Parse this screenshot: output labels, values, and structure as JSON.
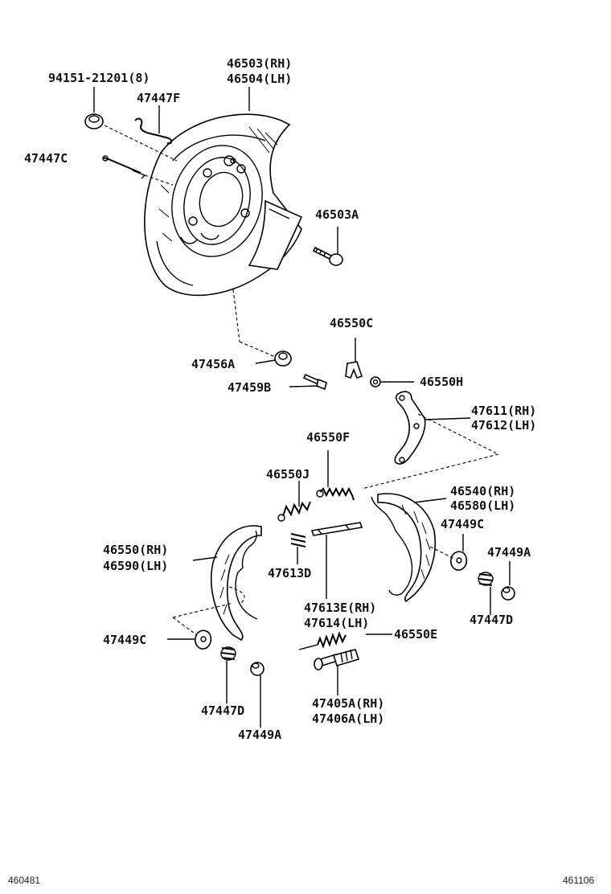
{
  "labels": {
    "p94151": "94151-21201(8)",
    "p47447F": "47447F",
    "p47447C": "47447C",
    "p46503RH": "46503(RH)",
    "p46504LH": "46504(LH)",
    "p46503A": "46503A",
    "p46550C": "46550C",
    "p47456A": "47456A",
    "p47459B": "47459B",
    "p46550H": "46550H",
    "p47611RH": "47611(RH)",
    "p47612LH": "47612(LH)",
    "p46550F": "46550F",
    "p46550J": "46550J",
    "p46540RH": "46540(RH)",
    "p46580LH": "46580(LH)",
    "p47449C_r": "47449C",
    "p47449A_r": "47449A",
    "p46550RH": "46550(RH)",
    "p46590LH": "46590(LH)",
    "p47613D": "47613D",
    "p47613E": "47613E(RH)",
    "p47614LH": "47614(LH)",
    "p47447D_r": "47447D",
    "p47449C_l": "47449C",
    "p46550E": "46550E",
    "p47405A": "47405A(RH)",
    "p47406A": "47406A(LH)",
    "p47447D_l": "47447D",
    "p47449A_l": "47449A"
  },
  "footer": {
    "left_code": "460481",
    "right_code": "461106"
  }
}
